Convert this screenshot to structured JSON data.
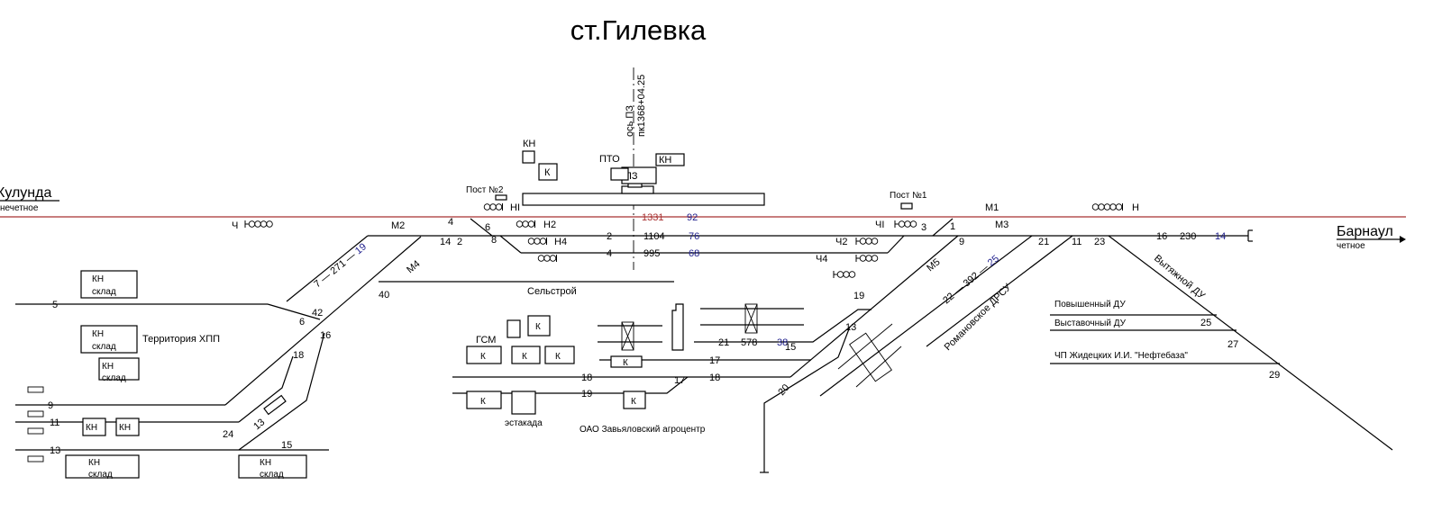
{
  "title": "ст.Гилевка",
  "directions": {
    "left": {
      "name": "Кулунда",
      "sub": "нечетное"
    },
    "right": {
      "name": "Барнаул",
      "sub": "четное"
    }
  },
  "axis": {
    "label": "ось ПЗ",
    "picket": "пк1368+04.25"
  },
  "colors": {
    "main_track": "#a83232",
    "length_numbers": "#1e1e8c"
  },
  "main_tracks": {
    "track1": {
      "length": "1331",
      "useful": "92"
    },
    "track2": {
      "num": "2",
      "length": "1104",
      "useful": "76"
    },
    "track4": {
      "num": "4",
      "length": "995",
      "useful": "68"
    },
    "track16": {
      "num": "16",
      "length": "230",
      "useful": "14"
    },
    "track7": {
      "num": "7",
      "length": "271",
      "useful": "19"
    },
    "track21": {
      "num": "21",
      "length": "578",
      "useful": "38"
    },
    "track22": {
      "num": "22",
      "length": "392",
      "useful": "25"
    }
  },
  "buildings": {
    "kn": "КН",
    "k": "К",
    "pto": "ПТО",
    "pz": "ПЗ",
    "post1": "Пост №1",
    "post2": "Пост №2",
    "kn_sklad": [
      "КН",
      "склад"
    ],
    "gsm": "ГСМ",
    "estakada": "эстакада"
  },
  "areas": {
    "selstroy": "Сельстрой",
    "khpp": "Территория ХПП",
    "agro": "ОАО Завьяловский агроцентр",
    "romanovskoe": "Романовское ДРСУ",
    "vytyazhnoy": "Вытяжной ДУ",
    "povyshenny": "Повышенный ДУ",
    "vystavochny": "Выставочный ДУ",
    "neftebaza": "ЧП Жидецких И.И. \"Нефтебаза\""
  },
  "signals": {
    "ch": "Ч",
    "n1": "НI",
    "n2": "Н2",
    "n4": "Н4",
    "ch2": "Ч2",
    "ch4": "Ч4",
    "ch1": "ЧI",
    "n": "Н",
    "m1": "М1",
    "m2": "М2",
    "m3": "М3",
    "m4": "М4",
    "m5": "М5"
  },
  "switches": [
    "4",
    "2",
    "6",
    "8",
    "14",
    "1",
    "3",
    "9",
    "21",
    "11",
    "23",
    "42",
    "6",
    "16",
    "18",
    "40",
    "24",
    "19",
    "13",
    "15",
    "17",
    "25",
    "27",
    "29"
  ],
  "side_tracks": {
    "t5": "5",
    "t9": "9",
    "t11": "11",
    "t13": "13",
    "t13d": "13",
    "t15": "15",
    "t17": "17",
    "t18a": "18",
    "t18b": "18",
    "t19": "19",
    "t20": "20"
  }
}
